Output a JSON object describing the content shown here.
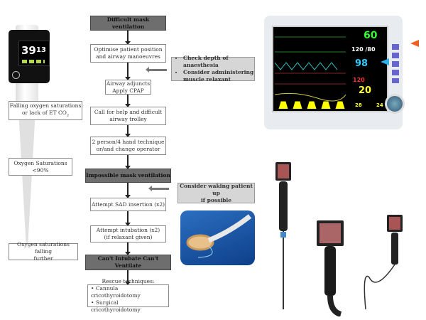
{
  "flow": {
    "difficult": "Difficult mask ventilation",
    "optimise": [
      "Optimise patient position",
      "and airway manoeuvres"
    ],
    "adjuncts": [
      "Airway adjuncts",
      "Apply CPAP"
    ],
    "help": [
      "Call for help and difficult",
      "airway trolley"
    ],
    "twoperson": [
      "2 person/4 hand technique",
      "or/and change operator"
    ],
    "impossible": "Impossible mask ventilation",
    "sad": "Attempt SAD insertion (x2)",
    "intubation": [
      "Attempt intubation (x2)",
      "(if relaxant given)"
    ],
    "cicv": "Can't Intubate Can't Ventilate",
    "rescue_title": "Rescue techniques:",
    "rescue_items": [
      "Cannula cricothyroidotomy",
      "Surgical cricothyroidotomy"
    ]
  },
  "side": {
    "depth_items": [
      "Check depth of anaesthesia",
      "Consider administering muscle relaxant"
    ],
    "waking": [
      "Consider waking patient up",
      "if possible"
    ]
  },
  "saturation": {
    "falling": [
      "Falling oxygen saturations",
      "or lack of ET CO"
    ],
    "co2_sub": "2",
    "below90": [
      "Oxygen Saturations",
      "<90%"
    ],
    "further": [
      "Oxygen saturations falling",
      "further"
    ]
  },
  "oximeter": {
    "spo2": "39",
    "pulse": "13"
  },
  "monitor": {
    "hr": "60",
    "bp": "120 /80",
    "spo2": "98",
    "temp": "20",
    "rr1": "28",
    "rr2": "24",
    "extra": "120",
    "arrow_orange": "#f06020",
    "arrow_blue": "#30b0e8"
  }
}
